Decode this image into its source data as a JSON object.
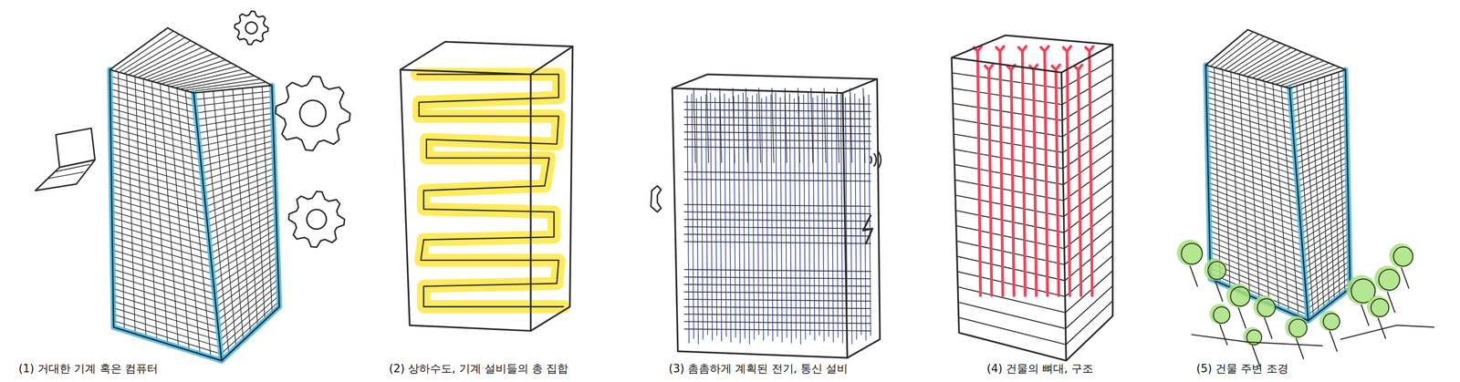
{
  "diagram": {
    "labels": [
      "(1) 거대한 기계 혹은 컴퓨터",
      "(2) 상하수도, 기계 설비들의 총 집합",
      "(3) 촘촘하게 계획된 전기, 통신 설비",
      "(4) 건물의 뼈대, 구조",
      "(5) 건물 주변 조경"
    ]
  }
}
